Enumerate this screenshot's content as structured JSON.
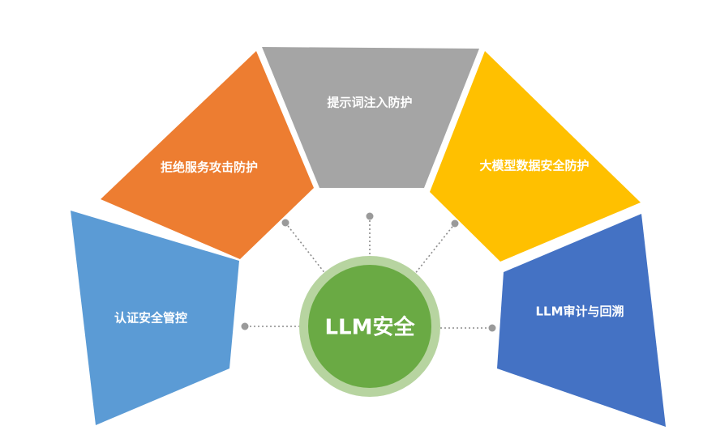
{
  "center": {
    "label": "LLM安全",
    "outer_ring_color": "#b7d4a0",
    "inner_fill_color": "#6aaa44"
  },
  "segments": [
    {
      "id": "auth",
      "label": "认证安全管控",
      "color": "#5b9bd5"
    },
    {
      "id": "dos",
      "label": "拒绝服务攻击防护",
      "color": "#ed7d31"
    },
    {
      "id": "prompt",
      "label": "提示词注入防护",
      "color": "#a5a5a5"
    },
    {
      "id": "data",
      "label": "大模型数据安全防护",
      "color": "#ffc000"
    },
    {
      "id": "audit",
      "label": "LLM审计与回溯",
      "color": "#4472c4"
    }
  ],
  "connectors": {
    "color": "#9a9a9a"
  }
}
